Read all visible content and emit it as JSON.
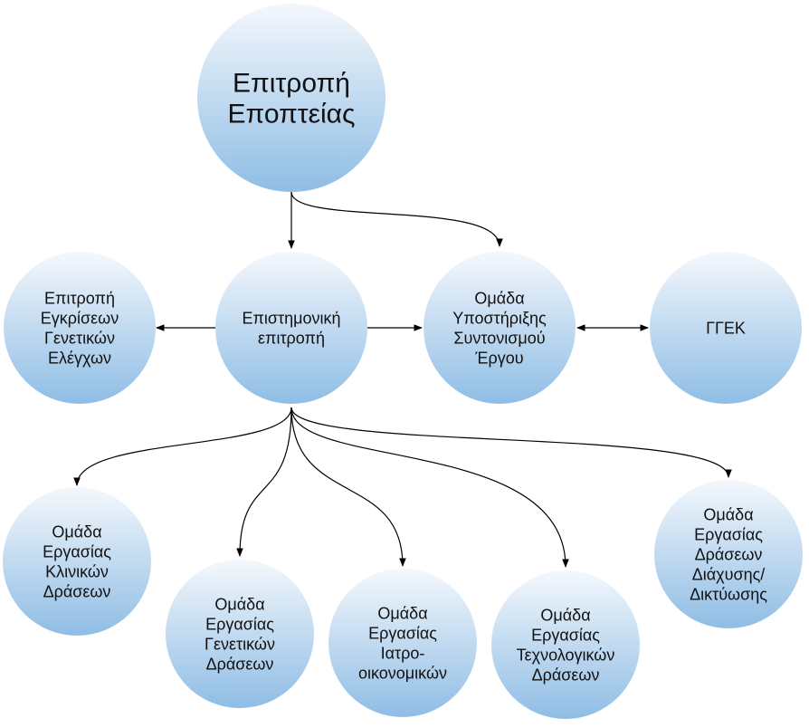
{
  "colors": {
    "node_top": "#f4f8fc",
    "node_bottom": "#8fbde5",
    "edge": "#000000"
  },
  "nodes": {
    "supervisory": {
      "lines": [
        "Επιτροπή",
        "Εποπτείας"
      ]
    },
    "scientific": {
      "lines": [
        "Επιστημονική",
        "επιτροπή"
      ]
    },
    "genetic_approval": {
      "lines": [
        "Επιτροπή",
        "Εγκρίσεων",
        "Γενετικών",
        "Ελέγχων"
      ]
    },
    "coordination": {
      "lines": [
        "Ομάδα",
        "Υποστήριξης",
        "Συντονισμού",
        "Έργου"
      ]
    },
    "ggek": {
      "lines": [
        "ΓΓΕΚ"
      ]
    },
    "wg_clinical": {
      "lines": [
        "Ομάδα",
        "Εργασίας",
        "Κλινικών",
        "Δράσεων"
      ]
    },
    "wg_genetic": {
      "lines": [
        "Ομάδα",
        "Εργασίας",
        "Γενετικών",
        "Δράσεων"
      ]
    },
    "wg_pharmacoeconomic": {
      "lines": [
        "Ομάδα",
        "Εργασίας",
        "Ιατρο-",
        "οικονομικών"
      ]
    },
    "wg_technological": {
      "lines": [
        "Ομάδα",
        "Εργασίας",
        "Τεχνολογικών",
        "Δράσεων"
      ]
    },
    "wg_dissemination": {
      "lines": [
        "Ομάδα",
        "Εργασίας",
        "Δράσεων",
        "Διάχυσης/",
        "Δικτύωσης"
      ]
    }
  }
}
